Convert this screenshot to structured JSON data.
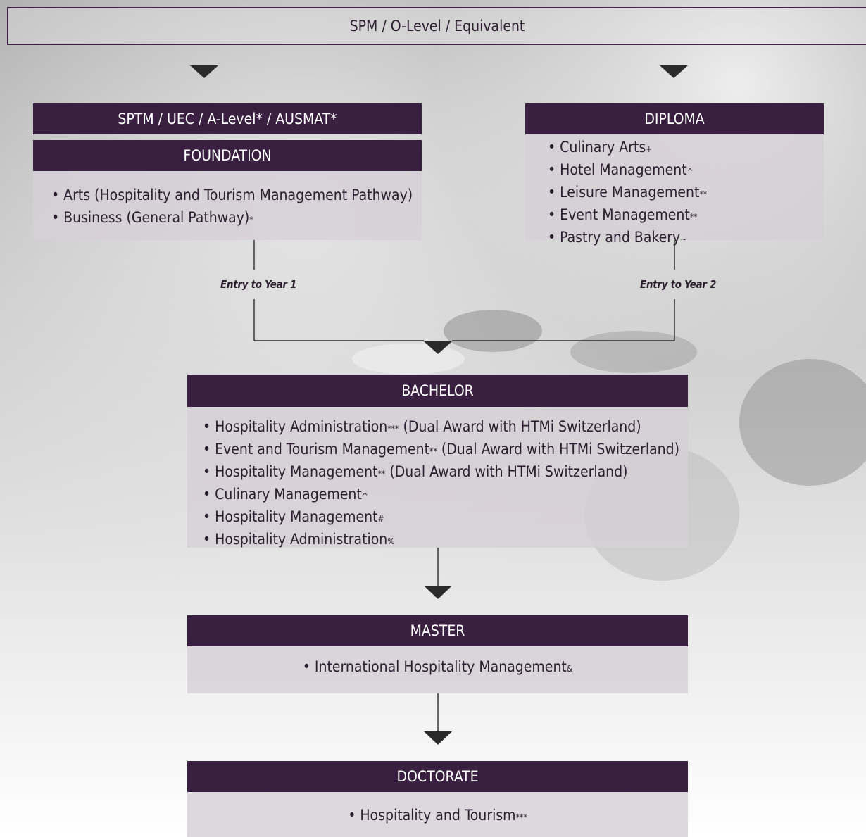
{
  "top_bar": {
    "label": "SPM / O-Level / Equivalent"
  },
  "prerequisite": {
    "label": "SPTM / UEC / A-Level* / AUSMAT*"
  },
  "foundation": {
    "title": "FOUNDATION",
    "items": [
      {
        "text": "• Arts (Hospitality and Tourism Management Pathway)",
        "mark": ""
      },
      {
        "text": "• Business (General Pathway)",
        "mark": "*"
      }
    ]
  },
  "diploma": {
    "title": "DIPLOMA",
    "items": [
      {
        "text": "• Culinary Arts",
        "mark": "+"
      },
      {
        "text": "• Hotel Management",
        "mark": "^"
      },
      {
        "text": "• Leisure Management",
        "mark": "**"
      },
      {
        "text": "• Event Management",
        "mark": "**"
      },
      {
        "text": "• Pastry and Bakery",
        "mark": "~"
      }
    ]
  },
  "entry_labels": {
    "left": "Entry to Year 1",
    "right": "Entry to Year 2"
  },
  "bachelor": {
    "title": "BACHELOR",
    "items": [
      {
        "text": "• Hospitality Administration",
        "mark": "***",
        "suffix": " (Dual Award with HTMi Switzerland)"
      },
      {
        "text": "• Event and Tourism Management",
        "mark": "**",
        "suffix": " (Dual Award with HTMi Switzerland)"
      },
      {
        "text": "• Hospitality Management",
        "mark": "**",
        "suffix": " (Dual Award with HTMi Switzerland)"
      },
      {
        "text": "• Culinary Management",
        "mark": "^",
        "suffix": ""
      },
      {
        "text": "• Hospitality Management",
        "mark": "#",
        "suffix": ""
      },
      {
        "text": "• Hospitality Administration",
        "mark": "%",
        "suffix": ""
      }
    ]
  },
  "master": {
    "title": "MASTER",
    "items": [
      {
        "text": "• International Hospitality Management",
        "mark": "&"
      }
    ]
  },
  "doctorate": {
    "title": "DOCTORATE",
    "items": [
      {
        "text": "• Hospitality and Tourism",
        "mark": "***"
      }
    ]
  },
  "colors": {
    "header": "#3a2040",
    "panel": "#d6cfd6",
    "line": "#2b2b2b"
  }
}
